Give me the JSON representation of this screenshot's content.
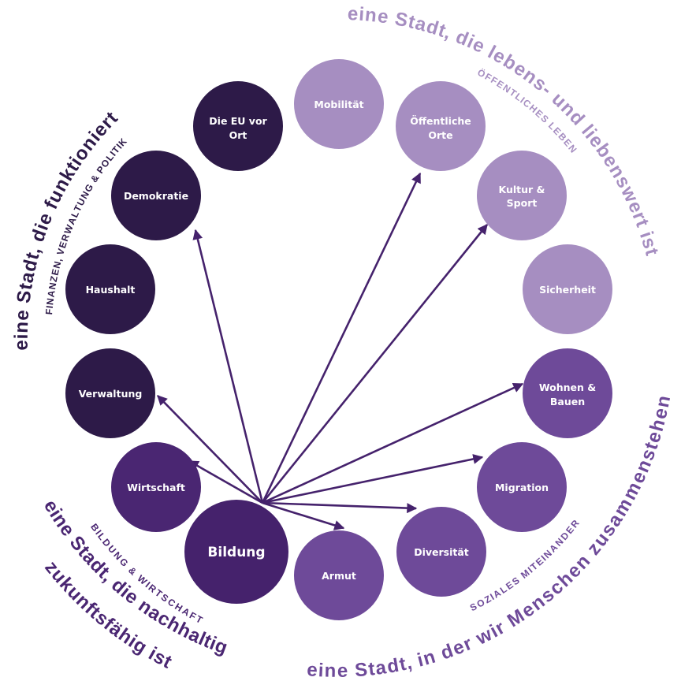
{
  "colors": {
    "dark": "#2d1a48",
    "medium_dark": "#4a2672",
    "medium": "#6e4a99",
    "light": "#a68ec1",
    "arrow": "#45226c"
  },
  "sections": {
    "funktioniert": {
      "title": "eine Stadt, die funktioniert",
      "subtitle": "FINANZEN, VERWALTUNG & POLITIK"
    },
    "lebenswert": {
      "title": "eine Stadt, die lebens- und liebenswert ist",
      "subtitle": "ÖFFENTLICHES LEBEN"
    },
    "zusammen": {
      "title": "eine Stadt, in der wir Menschen zusammenstehen",
      "subtitle": "SOZIALES MITEINANDER"
    },
    "nachhaltig": {
      "title_line1": "eine Stadt, die nachhaltig",
      "title_line2": "zukunftsfähig ist",
      "subtitle": "BILDUNG & WIRTSCHAFT"
    }
  },
  "nodes": {
    "eu": [
      "Die EU vor",
      "Ort"
    ],
    "demokratie": "Demokratie",
    "haushalt": "Haushalt",
    "verwaltung": "Verwaltung",
    "wirtschaft": "Wirtschaft",
    "bildung": "Bildung",
    "armut": "Armut",
    "diversitaet": "Diversität",
    "migration": "Migration",
    "wohnen": [
      "Wohnen &",
      "Bauen"
    ],
    "sicherheit": "Sicherheit",
    "kultur": [
      "Kultur &",
      "Sport"
    ],
    "orte": [
      "Öffentliche",
      "Orte"
    ],
    "mobilitaet": "Mobilität"
  },
  "connections": {
    "source": "Bildung",
    "targets": [
      "Demokratie",
      "Verwaltung",
      "Wirtschaft",
      "Öffentliche Orte",
      "Kultur & Sport",
      "Wohnen & Bauen",
      "Migration",
      "Diversität",
      "Armut"
    ]
  }
}
